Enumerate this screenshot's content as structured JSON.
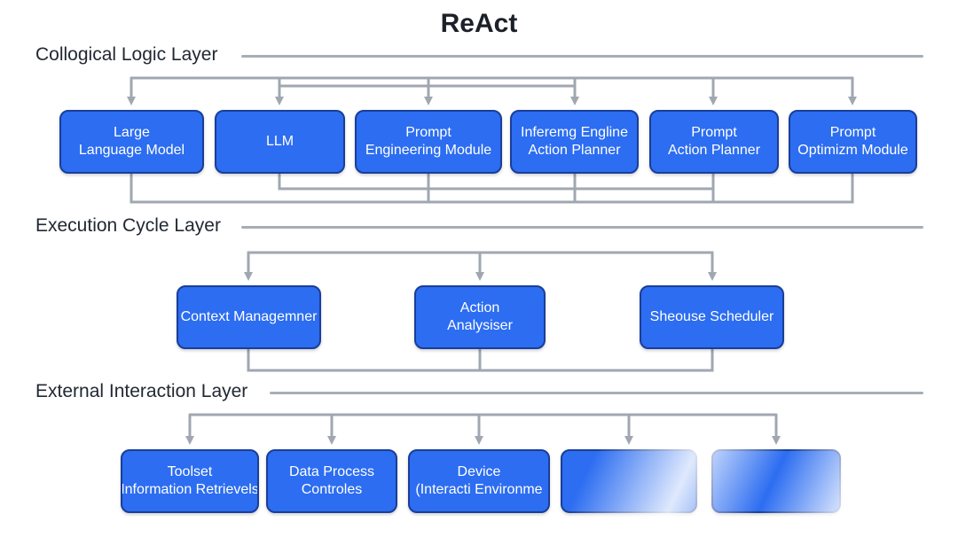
{
  "title": "ReAct",
  "layers": [
    {
      "label": "Collogical Logic Layer"
    },
    {
      "label": "Execution Cycle Layer"
    },
    {
      "label": "External Interaction Layer"
    }
  ],
  "logic_boxes": [
    {
      "line1": "Large",
      "line2": "Language Model"
    },
    {
      "line1": "LLM",
      "line2": ""
    },
    {
      "line1": "Prompt",
      "line2": "Engineering Module"
    },
    {
      "line1": "Inferemg Engline",
      "line2": "Action Planner"
    },
    {
      "line1": "Prompt",
      "line2": "Action Planner"
    },
    {
      "line1": "Prompt",
      "line2": "Optimizm Module"
    }
  ],
  "execution_boxes": [
    {
      "line1": "Context Managemner",
      "line2": ""
    },
    {
      "line1": "Action",
      "line2": "Analysiser"
    },
    {
      "line1": "Sheouse Scheduler",
      "line2": ""
    }
  ],
  "external_boxes": [
    {
      "line1": "Toolset",
      "line2": "Information Retrievels"
    },
    {
      "line1": "Data Process",
      "line2": "Controles"
    },
    {
      "line1": "Device",
      "line2": "(Interacti Environme"
    },
    {
      "line1": "",
      "line2": ""
    },
    {
      "line1": "",
      "line2": ""
    }
  ],
  "colors": {
    "box_fill": "#2c6df1",
    "box_border": "#1a3e99",
    "connector": "#a0a7b1",
    "rule": "#a7adb6"
  }
}
